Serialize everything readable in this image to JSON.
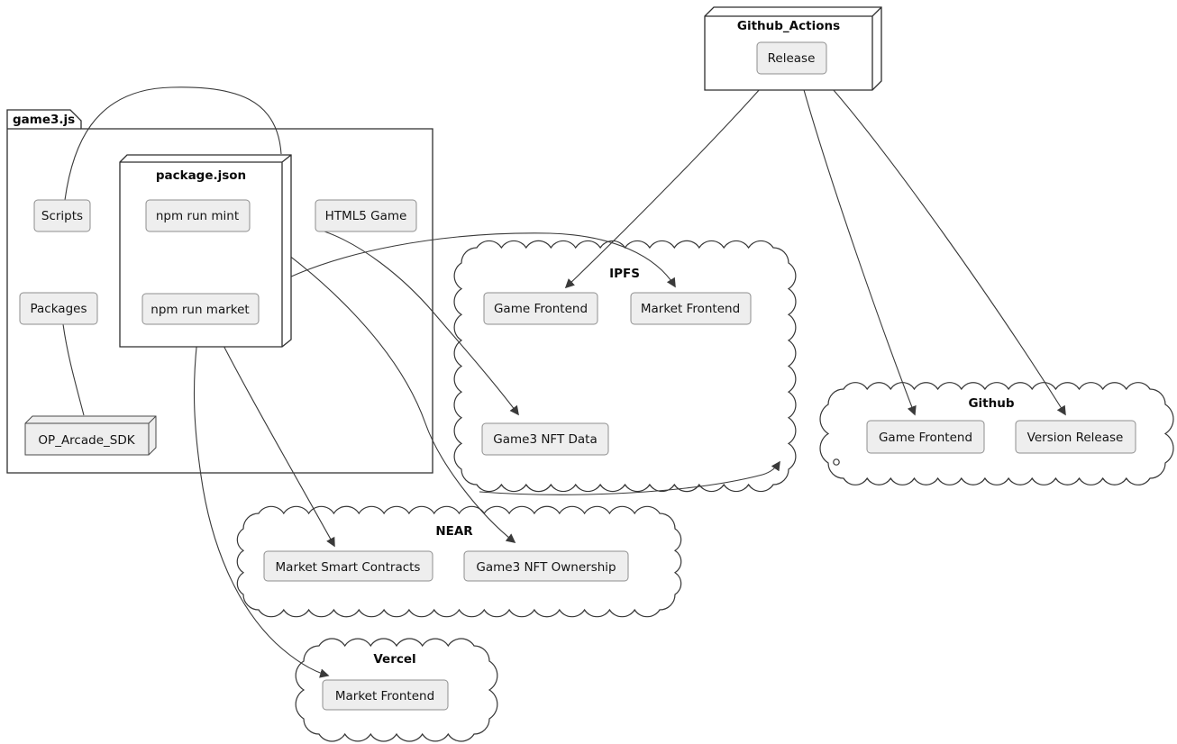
{
  "folder": {
    "label": "game3.js",
    "components": {
      "scripts": "Scripts",
      "packages": "Packages",
      "html5_game": "HTML5 Game"
    },
    "package_json_node": {
      "label": "package.json",
      "scripts": {
        "mint": "npm run mint",
        "market": "npm run market"
      }
    },
    "op_arcade_sdk_node": {
      "label": "OP_Arcade_SDK"
    }
  },
  "github_actions_node": {
    "label": "Github_Actions",
    "release": "Release"
  },
  "clouds": {
    "ipfs": {
      "label": "IPFS",
      "components": {
        "game_frontend": "Game Frontend",
        "market_frontend": "Market Frontend",
        "game3_nft_data": "Game3 NFT Data"
      }
    },
    "github": {
      "label": "Github",
      "components": {
        "game_frontend": "Game Frontend",
        "version_release": "Version Release"
      }
    },
    "near": {
      "label": "NEAR",
      "components": {
        "market_smart_contracts": "Market Smart Contracts",
        "game3_nft_ownership": "Game3 NFT Ownership"
      }
    },
    "vercel": {
      "label": "Vercel",
      "components": {
        "market_frontend": "Market Frontend"
      }
    }
  },
  "edges": [
    {
      "from": "Scripts",
      "to": "package.json",
      "arrow": false
    },
    {
      "from": "Packages",
      "to": "OP_Arcade_SDK",
      "arrow": false
    },
    {
      "from": "npm run mint",
      "to": "Game3 NFT Ownership (NEAR)",
      "arrow": true
    },
    {
      "from": "HTML5 Game",
      "to": "Game3 NFT Data (IPFS)",
      "arrow": true
    },
    {
      "from": "npm run market",
      "to": "Market Frontend (IPFS)",
      "arrow": true
    },
    {
      "from": "npm run market",
      "to": "Market Smart Contracts (NEAR)",
      "arrow": true
    },
    {
      "from": "npm run market",
      "to": "Market Frontend (Vercel)",
      "arrow": true
    },
    {
      "from": "Release",
      "to": "Game Frontend (IPFS)",
      "arrow": true
    },
    {
      "from": "Release",
      "to": "Game Frontend (Github)",
      "arrow": true
    },
    {
      "from": "Release",
      "to": "Version Release (Github)",
      "arrow": true
    },
    {
      "from": "unlabeled",
      "to": "IPFS (cloud border, bottom-right)",
      "arrow": true
    },
    {
      "from": "unlabeled",
      "to": "Github (cloud border, bottom-left)",
      "arrow": false,
      "endpoint": "circle"
    }
  ],
  "colors": {
    "background": "#ffffff",
    "component_fill": "#eeeeee",
    "component_border": "#8f8f8f",
    "group_outline": "#2e2e2e",
    "edge": "#3a3a3a",
    "text": "#141414"
  }
}
